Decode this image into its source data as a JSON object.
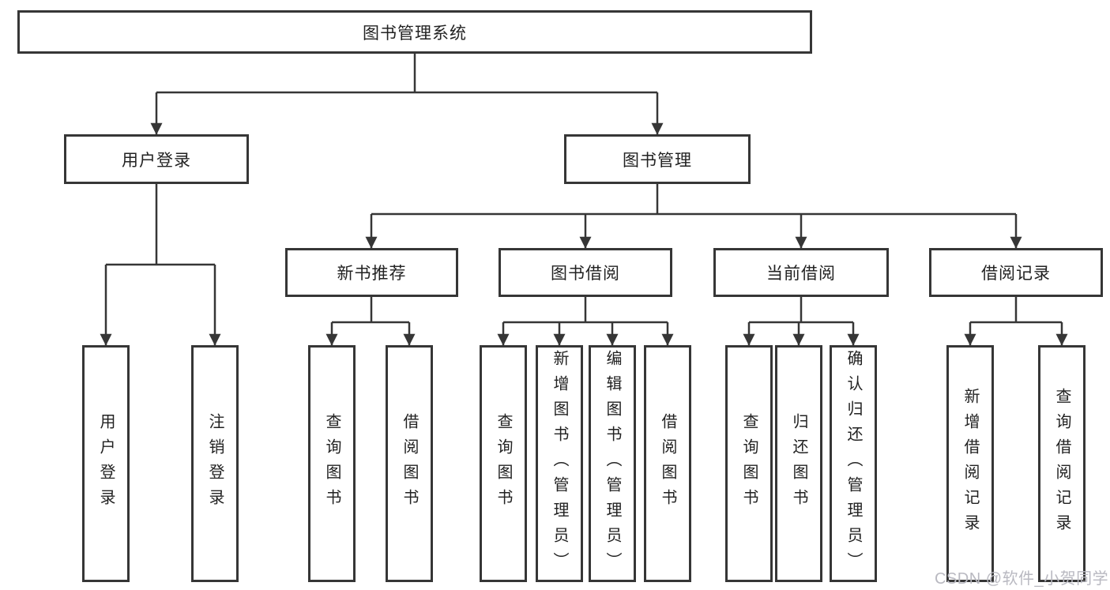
{
  "tree": {
    "root": {
      "label": "图书管理系统"
    },
    "branches": [
      {
        "label": "用户登录",
        "children": [
          {
            "label": "用户登录"
          },
          {
            "label": "注销登录"
          }
        ]
      },
      {
        "label": "图书管理",
        "children": [
          {
            "label": "新书推荐",
            "children": [
              {
                "label": "查询图书"
              },
              {
                "label": "借阅图书"
              }
            ]
          },
          {
            "label": "图书借阅",
            "children": [
              {
                "label": "查询图书"
              },
              {
                "label": "新增图书（管理员）"
              },
              {
                "label": "编辑图书（管理员）"
              },
              {
                "label": "借阅图书"
              }
            ]
          },
          {
            "label": "当前借阅",
            "children": [
              {
                "label": "查询图书"
              },
              {
                "label": "归还图书"
              },
              {
                "label": "确认归还（管理员）"
              }
            ]
          },
          {
            "label": "借阅记录",
            "children": [
              {
                "label": "新增借阅记录"
              },
              {
                "label": "查询借阅记录"
              }
            ]
          }
        ]
      }
    ]
  },
  "watermark": {
    "text": "CSDN @软件_小贺同学"
  },
  "colors": {
    "line": "#363636",
    "box_border": "#363636",
    "text": "#222222",
    "background": "#ffffff",
    "watermark": "#b9b9c1"
  }
}
